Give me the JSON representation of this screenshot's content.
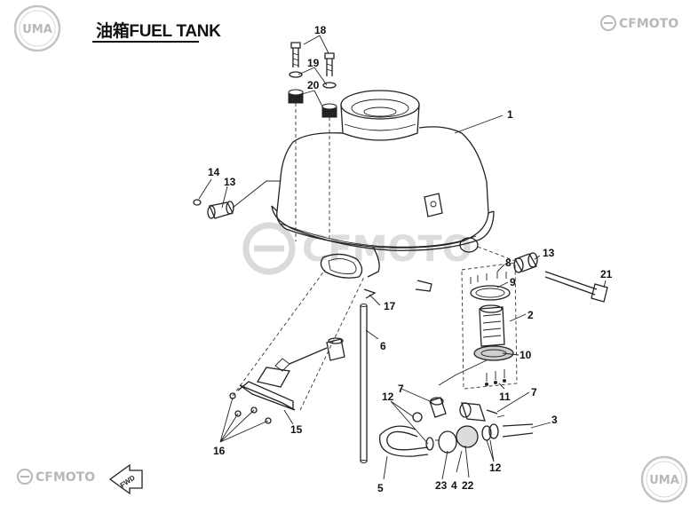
{
  "header": {
    "title": "油箱FUEL TANK",
    "brand_top_left": "UMA",
    "brand_top_right": "CFMOTO",
    "brand_bottom_left": "CFMOTO",
    "brand_bottom_right": "UMA",
    "watermark": "CFMOTO",
    "fwd_label": "FWD"
  },
  "callouts": [
    {
      "id": "c1",
      "label": "1"
    },
    {
      "id": "c2",
      "label": "2"
    },
    {
      "id": "c3",
      "label": "3"
    },
    {
      "id": "c4",
      "label": "4"
    },
    {
      "id": "c5",
      "label": "5"
    },
    {
      "id": "c6",
      "label": "6"
    },
    {
      "id": "c7a",
      "label": "7"
    },
    {
      "id": "c7b",
      "label": "7"
    },
    {
      "id": "c8",
      "label": "8"
    },
    {
      "id": "c9",
      "label": "9"
    },
    {
      "id": "c10",
      "label": "10"
    },
    {
      "id": "c11",
      "label": "11"
    },
    {
      "id": "c12a",
      "label": "12"
    },
    {
      "id": "c12b",
      "label": "12"
    },
    {
      "id": "c13a",
      "label": "13"
    },
    {
      "id": "c13b",
      "label": "13"
    },
    {
      "id": "c14",
      "label": "14"
    },
    {
      "id": "c15",
      "label": "15"
    },
    {
      "id": "c16",
      "label": "16"
    },
    {
      "id": "c17",
      "label": "17"
    },
    {
      "id": "c18",
      "label": "18"
    },
    {
      "id": "c19",
      "label": "19"
    },
    {
      "id": "c20",
      "label": "20"
    },
    {
      "id": "c21",
      "label": "21"
    },
    {
      "id": "c22",
      "label": "22"
    },
    {
      "id": "c23",
      "label": "23"
    }
  ],
  "colors": {
    "ink": "#222222",
    "brand_gray": "#b8b8b8",
    "watermark": "#d6d6d6"
  }
}
